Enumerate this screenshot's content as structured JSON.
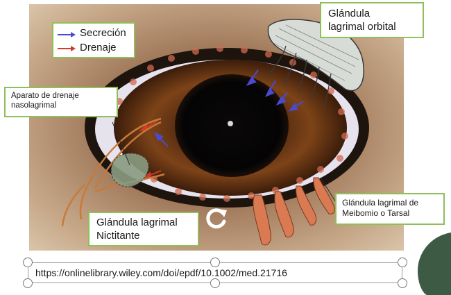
{
  "labels": {
    "orbital": [
      "Glándula",
      "lagrimal orbital"
    ],
    "drainage_apparatus": [
      "Aparato de drenaje",
      "nasolagrimal"
    ],
    "nictitante": [
      "Glándula lagrimal",
      "Nictitante"
    ],
    "meibomio": [
      "Glándula lagrimal de",
      "Meibomio o Tarsal"
    ]
  },
  "legend": {
    "secretion": "Secreción",
    "drainage": "Drenaje"
  },
  "selection": {
    "url_text": "https://onlinelibrary.wiley.com/doi/epdf/10.1002/med.21716"
  },
  "icons": {
    "rotate": "rotate-icon",
    "secretion_arrow": "blue-arrow-icon",
    "drainage_arrow": "red-arrow-icon"
  },
  "colors": {
    "label_border": "#8fbf59",
    "secretion_arrow": "#4a4ad0",
    "drainage_arrow": "#d23a2a",
    "corner_shape": "#3d5a44"
  }
}
